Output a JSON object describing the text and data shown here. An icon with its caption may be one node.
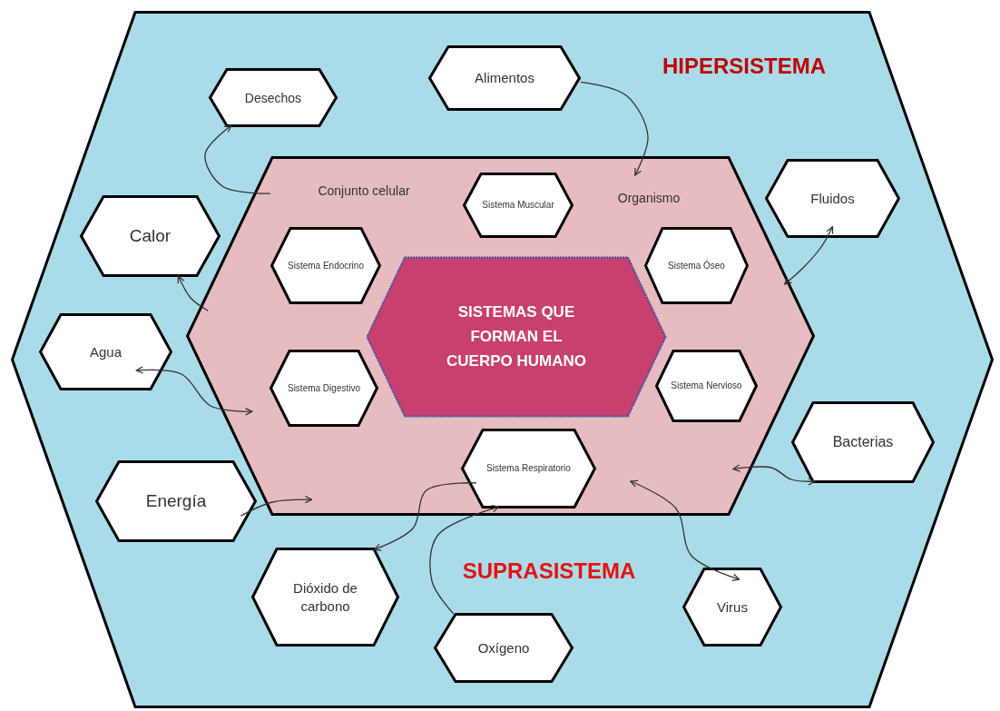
{
  "diagram": {
    "nodes": [
      {
        "text": [
          "HIPERSISTEMA",
          "SUPRASISTEMA"
        ]
      },
      {
        "text": [
          "Desechos"
        ],
        "in": 0
      },
      {
        "text": [
          "Alimentos"
        ],
        "in": 0
      },
      {
        "text": [
          "Fluidos"
        ],
        "in": 0
      },
      {
        "text": [
          "Calor"
        ],
        "in": 0
      },
      {
        "text": [
          "Conjunto celular",
          "Organismo"
        ],
        "in": 0
      },
      {
        "text": [
          "Sistema Muscular"
        ],
        "in": 5
      },
      {
        "text": [
          "Sistema Endocrino"
        ],
        "in": 5
      },
      {
        "text": [
          "Sistema Óseo"
        ],
        "in": 5
      },
      {
        "text": [
          "SISTEMAS QUE FORMAN EL CUERPO HUMANO"
        ],
        "in": 5
      },
      {
        "text": [
          "Agua"
        ],
        "in": 0
      },
      {
        "text": [
          "Sistema Digestivo"
        ],
        "in": 5
      },
      {
        "text": [
          "Sistema Nervioso"
        ],
        "in": 5
      },
      {
        "text": [
          "Bacterias"
        ],
        "in": 0
      },
      {
        "text": [
          "Sistema Respiratorio"
        ],
        "in": 5
      },
      {
        "text": [
          "Energía"
        ],
        "in": 0
      },
      {
        "text": [
          "Dióxido de carbono"
        ],
        "in": 0
      },
      {
        "text": [
          "Virus"
        ],
        "in": 0
      },
      {
        "text": [
          "Oxígeno"
        ],
        "in": 0
      }
    ],
    "edges": [
      {
        "from": 5,
        "to": 1,
        "arrow": "to"
      },
      {
        "from": 2,
        "to": 5,
        "arrow": "to"
      },
      {
        "from": 5,
        "to": 4,
        "arrow": "to"
      },
      {
        "from": 10,
        "to": 5,
        "arrow": "both"
      },
      {
        "from": 15,
        "to": 5,
        "arrow": "to"
      },
      {
        "from": 5,
        "to": 3,
        "arrow": "both"
      },
      {
        "from": 5,
        "to": 13,
        "arrow": "both"
      },
      {
        "from": 5,
        "to": 17,
        "arrow": "both"
      },
      {
        "from": 14,
        "to": 16,
        "arrow": "to"
      },
      {
        "from": 18,
        "to": 14,
        "arrow": "to"
      }
    ]
  }
}
